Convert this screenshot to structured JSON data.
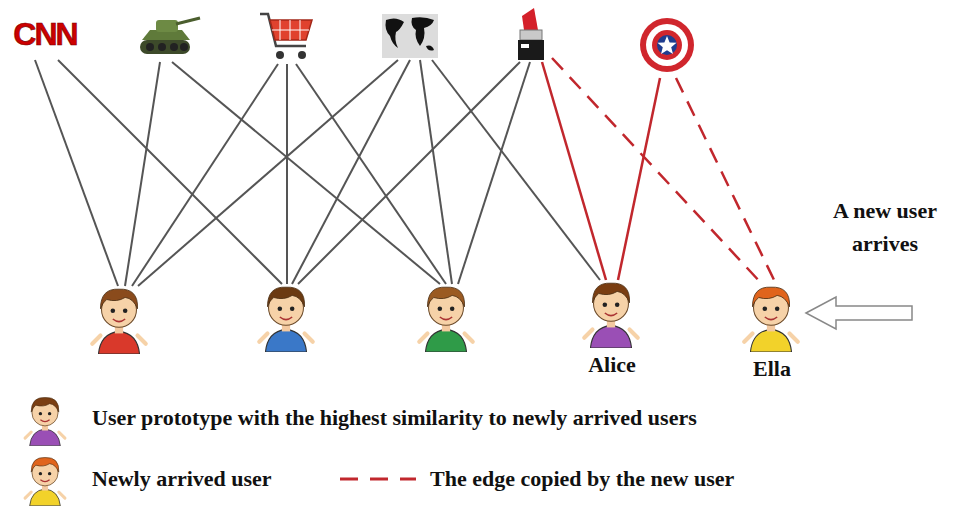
{
  "diagram": {
    "nodes": [
      {
        "text": [
          "Alice"
        ]
      },
      {
        "text": [
          "Ella"
        ]
      }
    ],
    "labels": [
      "CNN",
      "A new user arrives"
    ],
    "legend": [
      {
        "text": "User prototype with the highest similarity to newly arrived users"
      },
      {
        "text": "Newly arrived user"
      },
      {
        "text": "The edge copied by the new user"
      }
    ]
  }
}
